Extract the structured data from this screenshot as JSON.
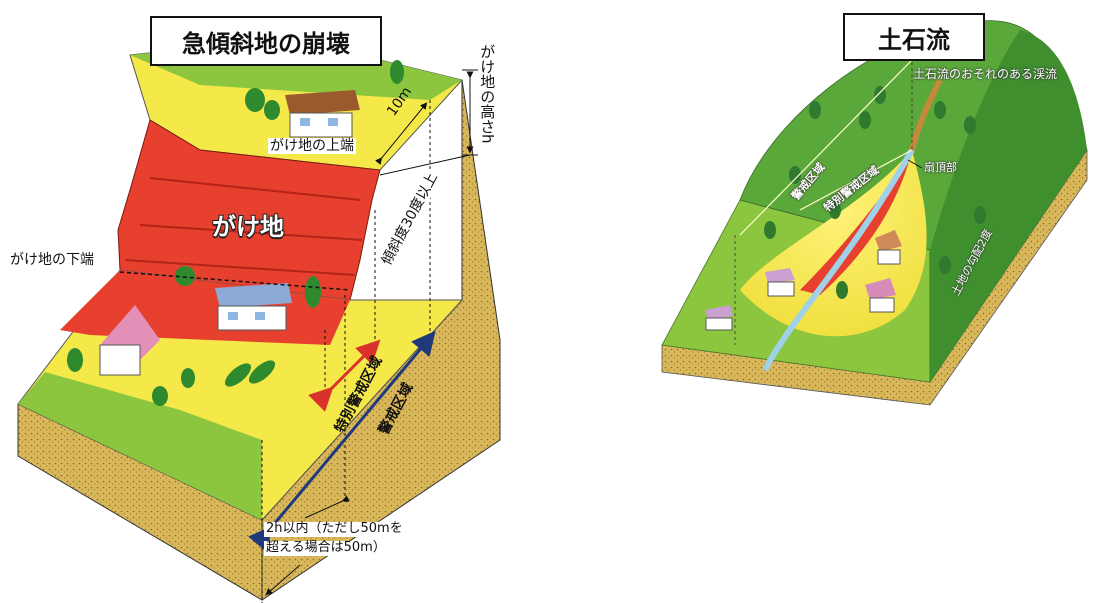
{
  "left_panel": {
    "title": "急傾斜地の崩壊",
    "labels": {
      "cliff_height": "がけ地の高さh",
      "distance_10m": "10m",
      "cliff_top": "がけ地の上端",
      "slope_angle": "傾斜度30度以上",
      "cliff": "がけ地",
      "cliff_bottom": "がけ地の下端",
      "special_warning_zone": "特別警戒区域",
      "warning_zone": "警戒区域",
      "extent_line1": "2h以内（ただし50mを",
      "extent_line2": "超える場合は50m）"
    }
  },
  "right_panel": {
    "title": "土石流",
    "labels": {
      "stream": "土石流のおそれのある渓流",
      "fan_apex": "扇頂部",
      "warning_zone": "警戒区域",
      "special_warning_zone": "特別警戒区域",
      "slope": "土地の勾配2度"
    }
  },
  "colors": {
    "grass": "#8cc63f",
    "yellow_zone": "#f5e94a",
    "red_zone": "#e8402e",
    "soil": "#d9b85c",
    "special_arrow": "#d9322a",
    "warning_arrow": "#1f3a7a",
    "forest": "#3f8f2f"
  }
}
